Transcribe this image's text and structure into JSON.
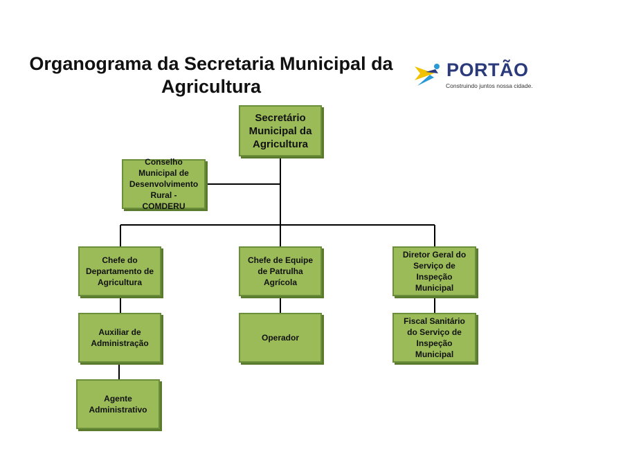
{
  "title": "Organograma da Secretaria Municipal da Agricultura",
  "logo": {
    "name": "PORTÃO",
    "tagline": "Construindo juntos nossa cidade.",
    "icon": "person-arrow-icon",
    "colors": {
      "navy": "#2b3a7a",
      "yellow": "#f2c200",
      "blue": "#2a9ad6"
    }
  },
  "colors": {
    "box_fill": "#9bbb59",
    "box_border": "#6b8e3a",
    "line": "#000000"
  },
  "nodes": {
    "secretario": "Secretário Municipal da Agricultura",
    "comderu": "Conselho Municipal de Desenvolvimento Rural - COMDERU",
    "chefe_departamento": "Chefe do Departamento de Agricultura",
    "chefe_equipe": "Chefe de Equipe de Patrulha Agrícola",
    "diretor_geral": "Diretor Geral do Serviço de Inspeção Municipal",
    "auxiliar": "Auxiliar de Administração",
    "operador": "Operador",
    "fiscal": "Fiscal Sanitário do Serviço de Inspeção Municipal",
    "agente": "Agente Administrativo"
  }
}
